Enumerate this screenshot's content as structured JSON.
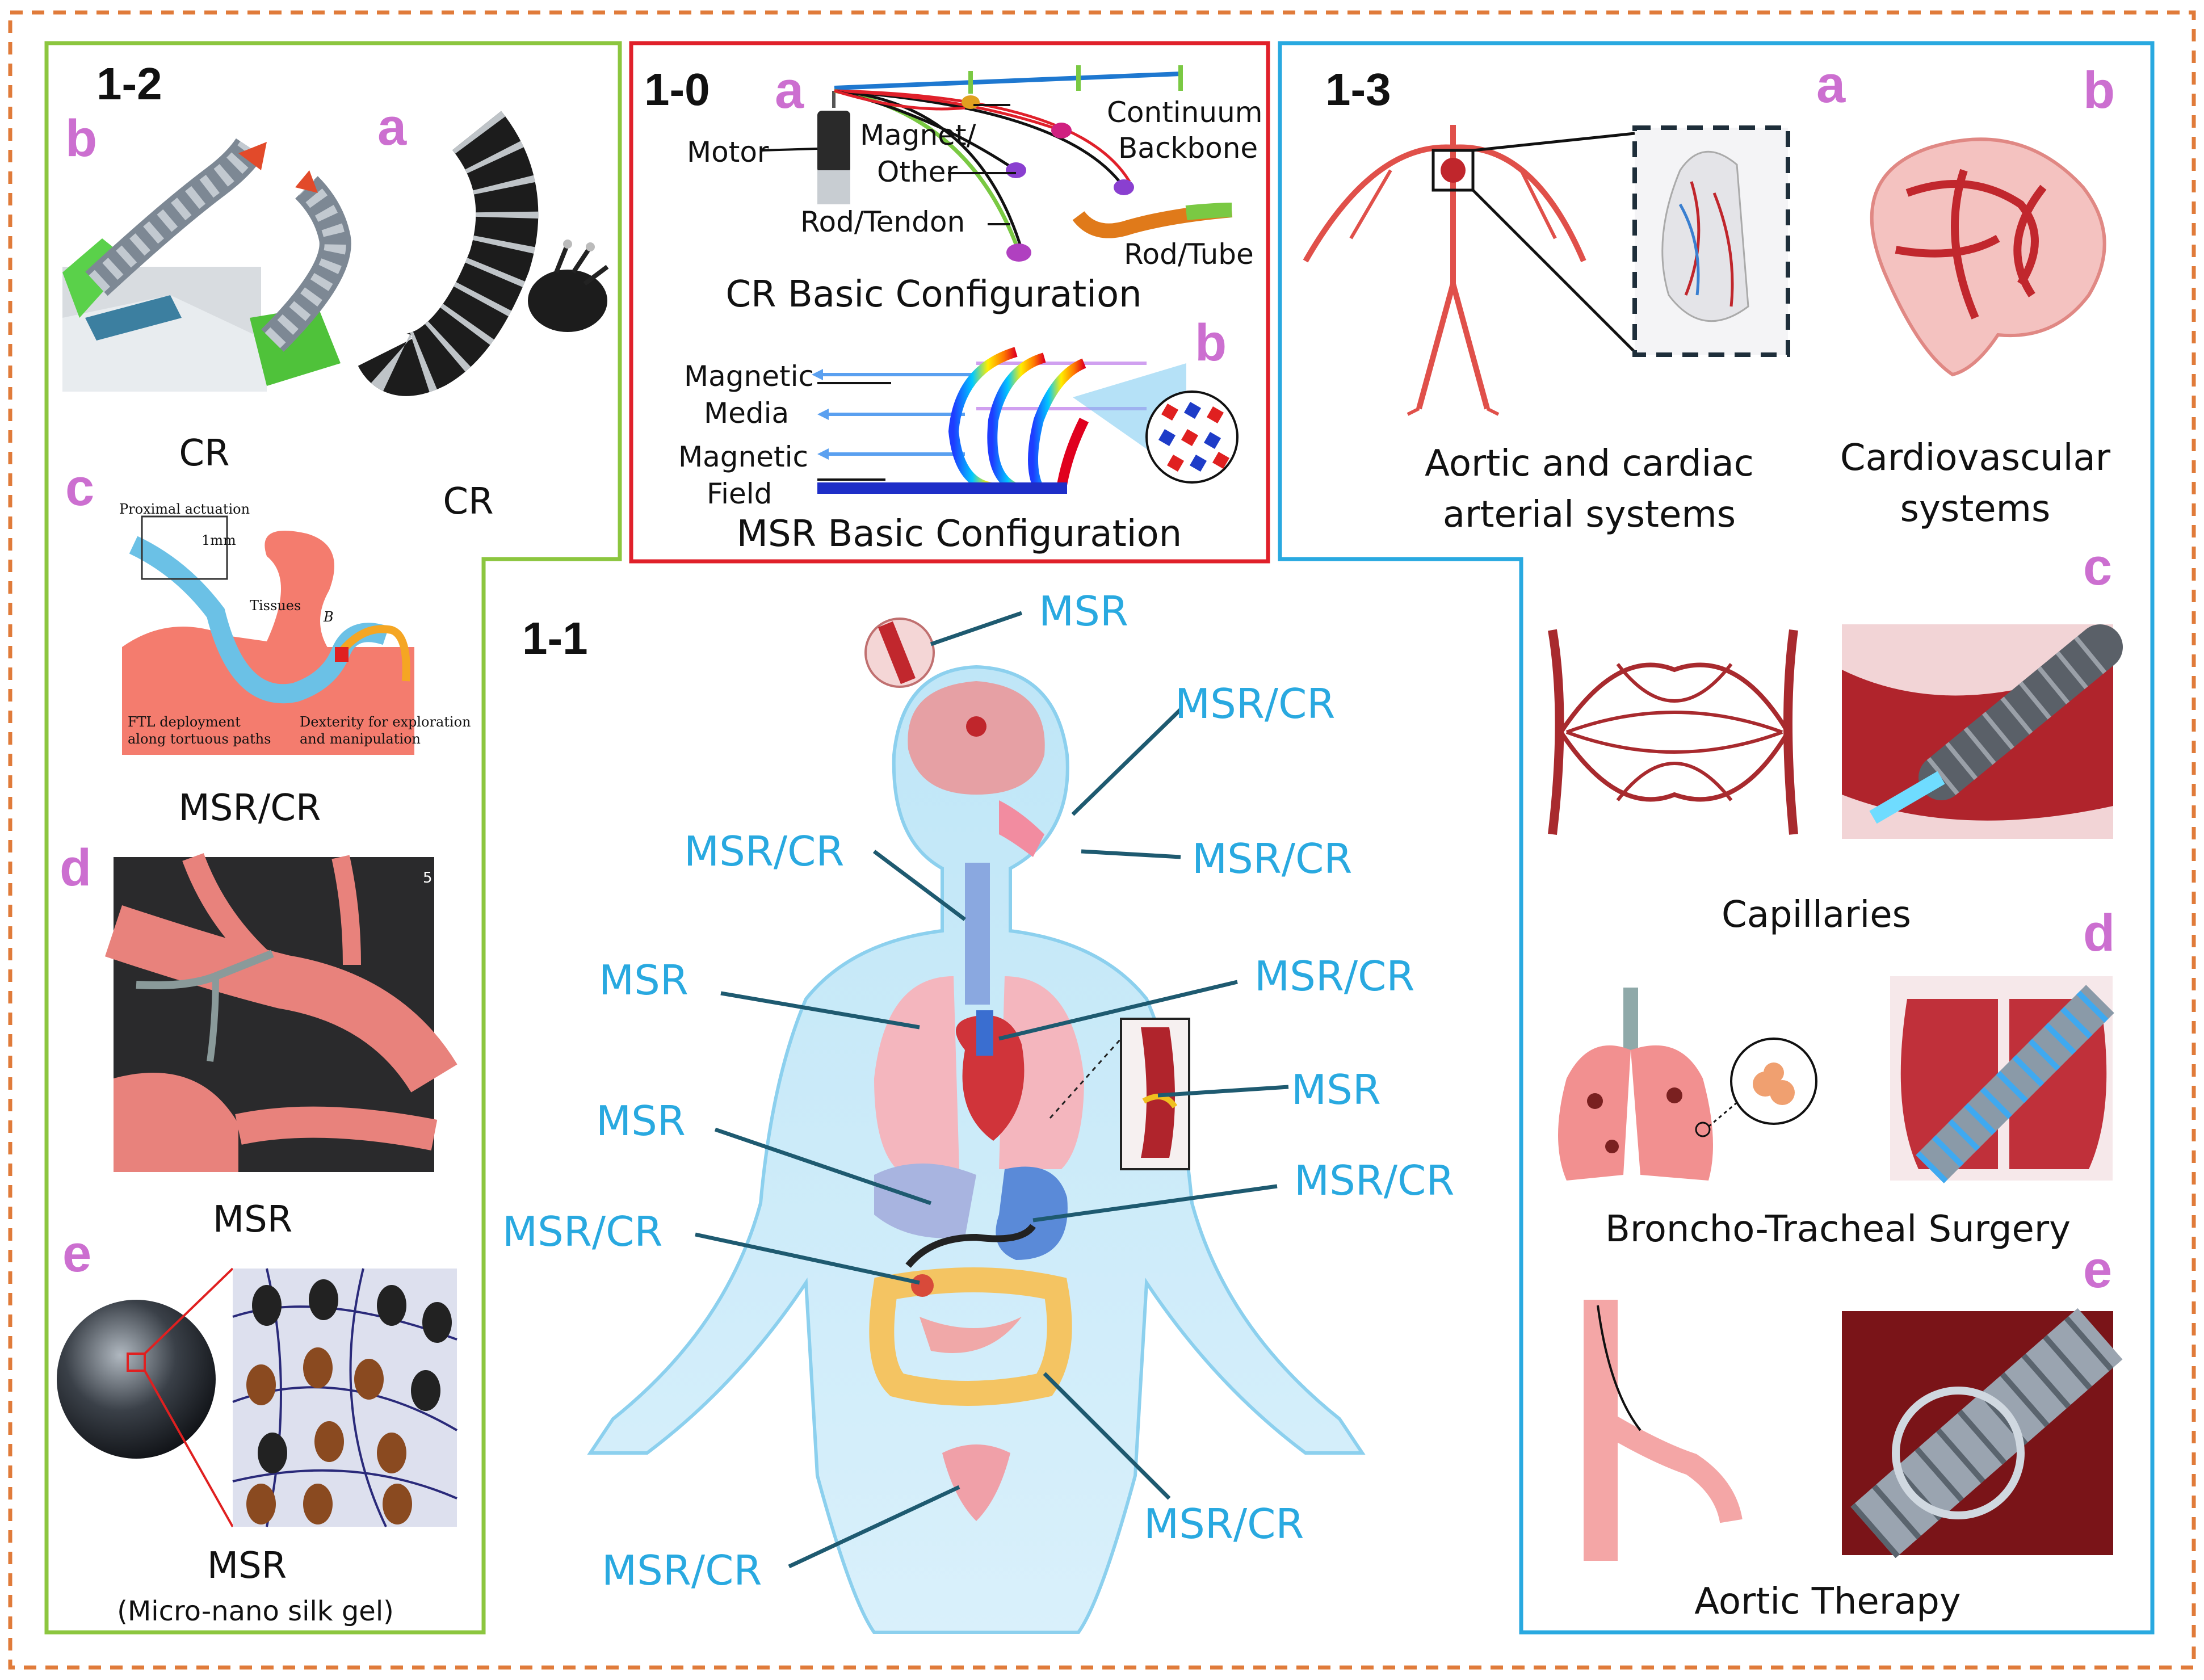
{
  "colors": {
    "outer_border": "#e07b3a",
    "panel_1_0": "#e0202a",
    "panel_1_1": "#29a9e0",
    "panel_1_2": "#8cc63f",
    "panel_1_3": "#29a9e0",
    "sub_letter": "#cc6fd0",
    "callout_text": "#29a9e0",
    "leader_line": "#1e5a70"
  },
  "panel_1_0": {
    "id": "1-0",
    "a": {
      "letter": "a",
      "labels": {
        "motor": "Motor",
        "magnet_other": "Magnet/\nOther",
        "magnet": "Magnet/",
        "other": "Other",
        "continuum": "Continuum",
        "backbone": "Backbone",
        "rod_tendon": "Rod/Tendon",
        "rod_tube": "Rod/Tube"
      },
      "caption": "CR Basic Configuration"
    },
    "b": {
      "letter": "b",
      "labels": {
        "magnetic": "Magnetic",
        "media": "Media",
        "field": "Field"
      },
      "caption": "MSR Basic Configuration"
    }
  },
  "panel_1_1": {
    "id": "1-1",
    "callouts": [
      "MSR",
      "MSR/CR",
      "MSR/CR",
      "MSR/CR",
      "MSR",
      "MSR/CR",
      "MSR",
      "MSR",
      "MSR/CR",
      "MSR/CR",
      "MSR/CR",
      "MSR/CR"
    ]
  },
  "panel_1_2": {
    "id": "1-2",
    "items": [
      {
        "letter": "b",
        "caption": "CR"
      },
      {
        "letter": "a",
        "caption": "CR"
      },
      {
        "letter": "c",
        "caption": "MSR/CR"
      },
      {
        "letter": "d",
        "caption": "MSR"
      },
      {
        "letter": "e",
        "caption": "MSR",
        "subcaption": "(Micro-nano silk gel)"
      }
    ],
    "c_inset": {
      "proximal": "Proximal actuation",
      "scale": "1mm",
      "tissues": "Tissues",
      "field": "B",
      "ftl1": "FTL deployment",
      "ftl2": "along tortuous paths",
      "dex1": "Dexterity for exploration",
      "dex2": "and manipulation"
    },
    "d_scale": "5"
  },
  "panel_1_3": {
    "id": "1-3",
    "a": {
      "letter": "a",
      "caption_line1": "Aortic and cardiac",
      "caption_line2": "arterial systems"
    },
    "b": {
      "letter": "b",
      "caption_line1": "Cardiovascular",
      "caption_line2": "systems"
    },
    "c": {
      "letter": "c",
      "caption": "Capillaries"
    },
    "d": {
      "letter": "d",
      "caption": "Broncho-Tracheal Surgery"
    },
    "e": {
      "letter": "e",
      "caption": "Aortic Therapy"
    }
  }
}
